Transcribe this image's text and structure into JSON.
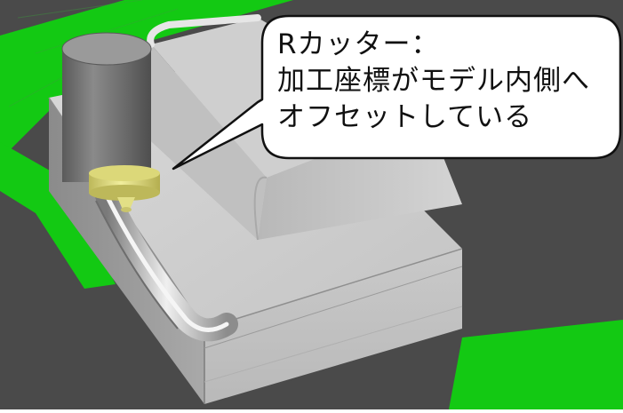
{
  "viewport": {
    "background_color": "#4a4a4a",
    "floor_color": "#13c913",
    "model_color": "#c6c6c6",
    "tool_body_color": "#6f6f6f",
    "tool_holder_color": "#e8e48a"
  },
  "callout": {
    "lines": [
      "Rカッター：",
      "加工座標がモデル内側へ",
      "オフセットしている"
    ]
  }
}
